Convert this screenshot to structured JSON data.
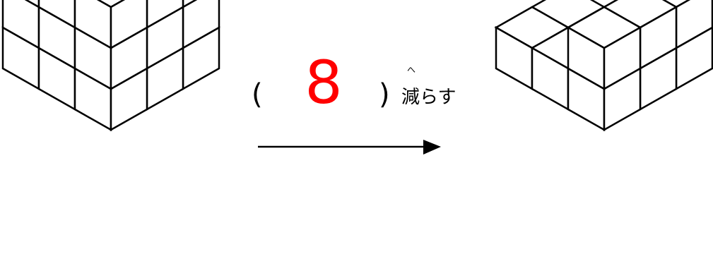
{
  "left_figure": {
    "grid": 3,
    "removed_cubes": []
  },
  "right_figure": {
    "grid": 3,
    "removed_cubes": [
      [
        0,
        0,
        1
      ],
      [
        0,
        0,
        2
      ],
      [
        0,
        1,
        1
      ],
      [
        0,
        1,
        2
      ],
      [
        0,
        2,
        1
      ],
      [
        0,
        2,
        2
      ],
      [
        1,
        0,
        1
      ],
      [
        1,
        0,
        2
      ],
      [
        1,
        1,
        1
      ],
      [
        1,
        1,
        2
      ],
      [
        1,
        2,
        1
      ],
      [
        1,
        2,
        2
      ],
      [
        2,
        0,
        2
      ],
      [
        2,
        1,
        2
      ],
      [
        2,
        2,
        2
      ],
      [
        0,
        0,
        0
      ]
    ]
  },
  "question": {
    "open_paren": "(",
    "answer": "8",
    "close_paren": ")",
    "suffix": "減らす",
    "ruby": "へ"
  },
  "colors": {
    "answer": "#ff0000",
    "line": "#000000"
  },
  "arrow": {
    "icon": "right-arrow-icon"
  }
}
